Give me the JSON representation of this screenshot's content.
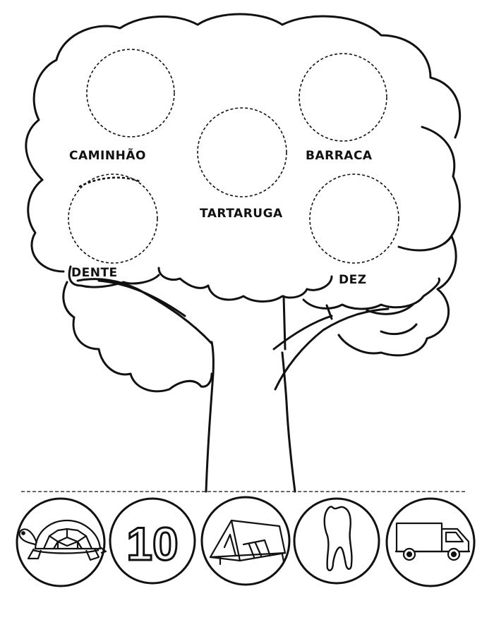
{
  "worksheet": {
    "tree_words": {
      "caminhao": "CAMINHÃO",
      "barraca": "BARRACA",
      "tartaruga": "TARTARUGA",
      "dente": "DENTE",
      "dez": "DEZ"
    },
    "picture_icons": [
      "turtle-icon",
      "number-ten-icon",
      "tent-icon",
      "tooth-icon",
      "truck-icon"
    ],
    "number_shown": "10",
    "colors": {
      "ink": "#111111",
      "paper": "#ffffff"
    }
  }
}
